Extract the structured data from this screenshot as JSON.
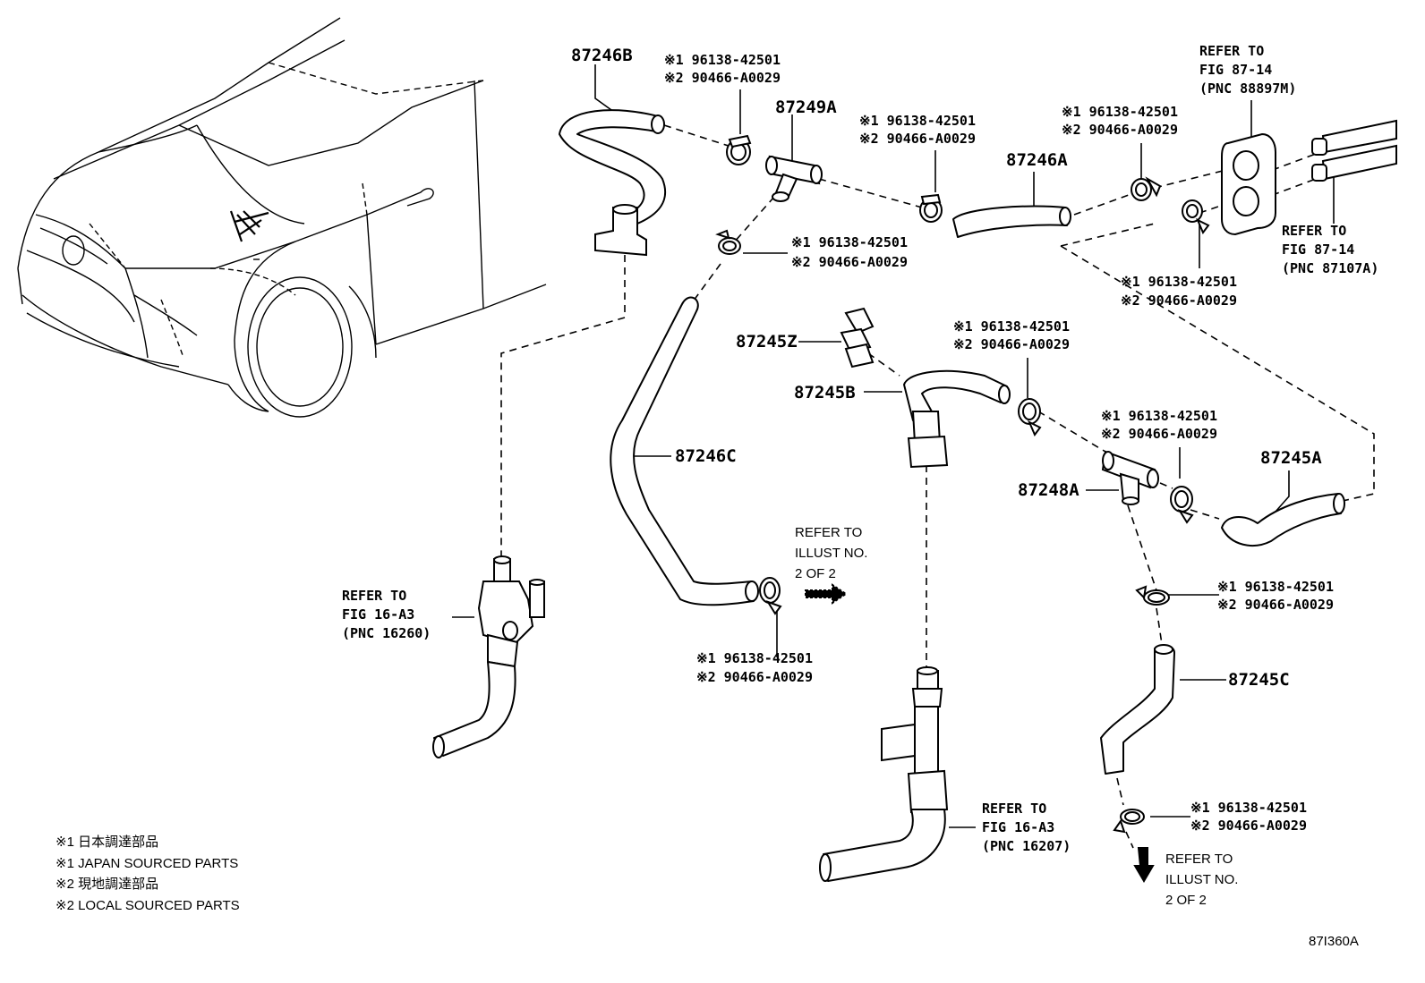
{
  "diagram": {
    "figure_code": "87I360A",
    "part_labels": {
      "p87246B": "87246B",
      "p87249A": "87249A",
      "p87246A": "87246A",
      "p87245Z": "87245Z",
      "p87245B": "87245B",
      "p87246C": "87246C",
      "p87248A": "87248A",
      "p87245A": "87245A",
      "p87245C": "87245C"
    },
    "clamp_code_1": "※1 96138-42501",
    "clamp_code_2": "※2 90466-A0029",
    "refs": {
      "fig_87_14_88897M": [
        "REFER TO",
        "FIG 87-14",
        "(PNC 88897M)"
      ],
      "fig_87_14_87107A": [
        "REFER TO",
        "FIG 87-14",
        "(PNC 87107A)"
      ],
      "fig_16_A3_16260": [
        "REFER TO",
        "FIG 16-A3",
        "(PNC 16260)"
      ],
      "fig_16_A3_16207": [
        "REFER TO",
        "FIG 16-A3",
        "(PNC 16207)"
      ],
      "illust_2_of_2_a": [
        "REFER TO",
        "ILLUST NO.",
        "2 OF 2"
      ],
      "illust_2_of_2_b": [
        "REFER TO",
        "ILLUST NO.",
        "2 OF 2"
      ]
    },
    "legend": [
      "※1 日本調達部品",
      "※1 JAPAN SOURCED PARTS",
      "※2 現地調達部品",
      "※2 LOCAL SOURCED PARTS"
    ]
  }
}
